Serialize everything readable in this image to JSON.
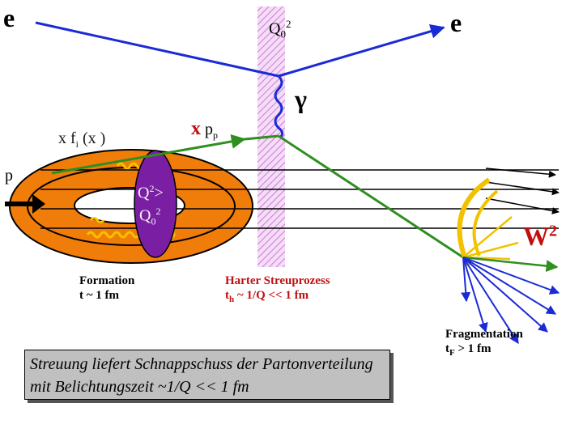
{
  "labels": {
    "electron_in": "e",
    "electron_out": "e",
    "q0_squared": {
      "base": "Q",
      "sub": "0",
      "sup": "2"
    },
    "photon": "γ",
    "x_fi": {
      "pre": "x f",
      "sub": "i",
      "post": " (x   )"
    },
    "x_pp": {
      "x": "x",
      "p": "p",
      "sub": "p"
    },
    "proton": "p",
    "q2_gt": {
      "base": "Q",
      "sup": "2",
      "post": ">"
    },
    "q0_2_inner": {
      "base": "Q",
      "sub": "0",
      "sup": "2"
    },
    "w2": {
      "base": "W",
      "sup": "2"
    },
    "formation": {
      "line1": "Formation",
      "line2": "t ~ 1 fm"
    },
    "hard": {
      "line1": "Harter Streuprozess",
      "line2_pre": "t",
      "line2_sub": "h",
      "line2_post": " ~ 1/Q << 1 fm"
    },
    "fragmentation": {
      "line1": "Fragmentation",
      "line2_pre": "t",
      "line2_sub": "F",
      "line2_post": " > 1 fm"
    }
  },
  "caption": "Streuung liefert Schnappschuss der Partonverteilung mit Belichtungszeit  ~1/Q << 1 fm",
  "colors": {
    "electron": "#1a2bd6",
    "parton": "#2f8f1f",
    "proton_body": "#f07d0a",
    "proton_ring": "#000000",
    "interaction_blob": "#7a1fa3",
    "hatch_band": "#e7b6ee",
    "gluon_yellow": "#f2c200",
    "jets": "#1a2bd6",
    "caption_bg": "#c0c0c0"
  }
}
